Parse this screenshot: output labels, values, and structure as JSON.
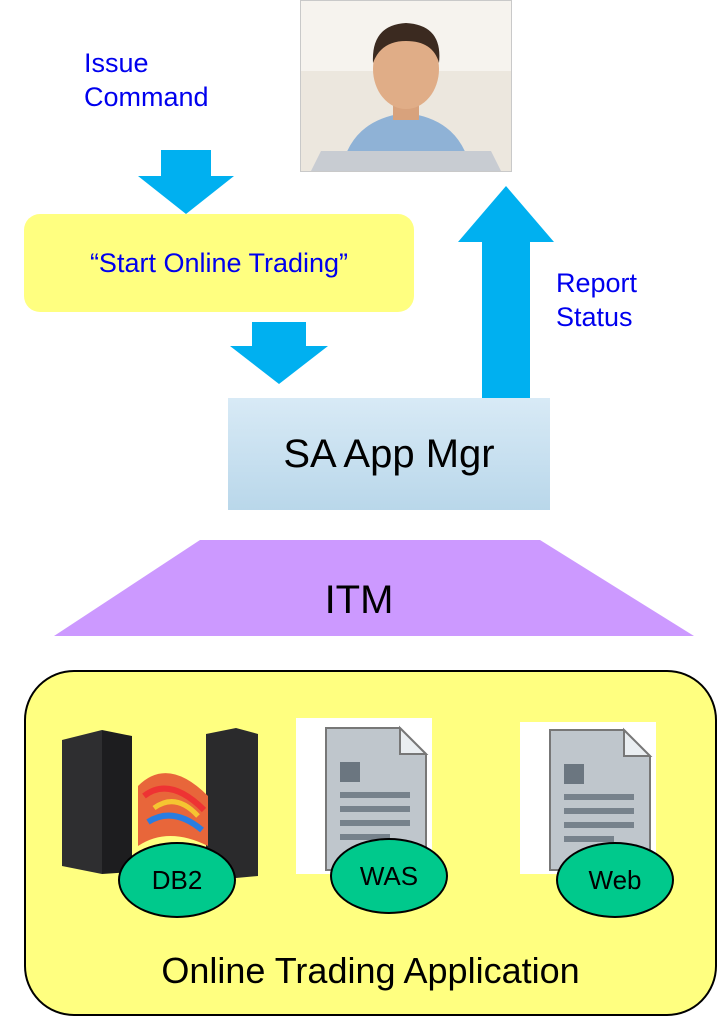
{
  "top_title_fragment": "y",
  "labels": {
    "issue_command_line1": "Issue",
    "issue_command_line2": "Command",
    "report_status_line1": "Report",
    "report_status_line2": "Status"
  },
  "command_box": {
    "text": "“Start Online Trading”"
  },
  "app_manager": {
    "label": "SA App Mgr"
  },
  "itm": {
    "label": "ITM"
  },
  "application": {
    "title": "Online Trading Application",
    "components": [
      "DB2",
      "WAS",
      "Web"
    ]
  },
  "colors": {
    "arrow": "#00b0f0",
    "label_text": "#0000ee",
    "yellow_box": "#ffff80",
    "itm_trapezoid": "#cc99ff",
    "component_oval": "#00c98c"
  }
}
